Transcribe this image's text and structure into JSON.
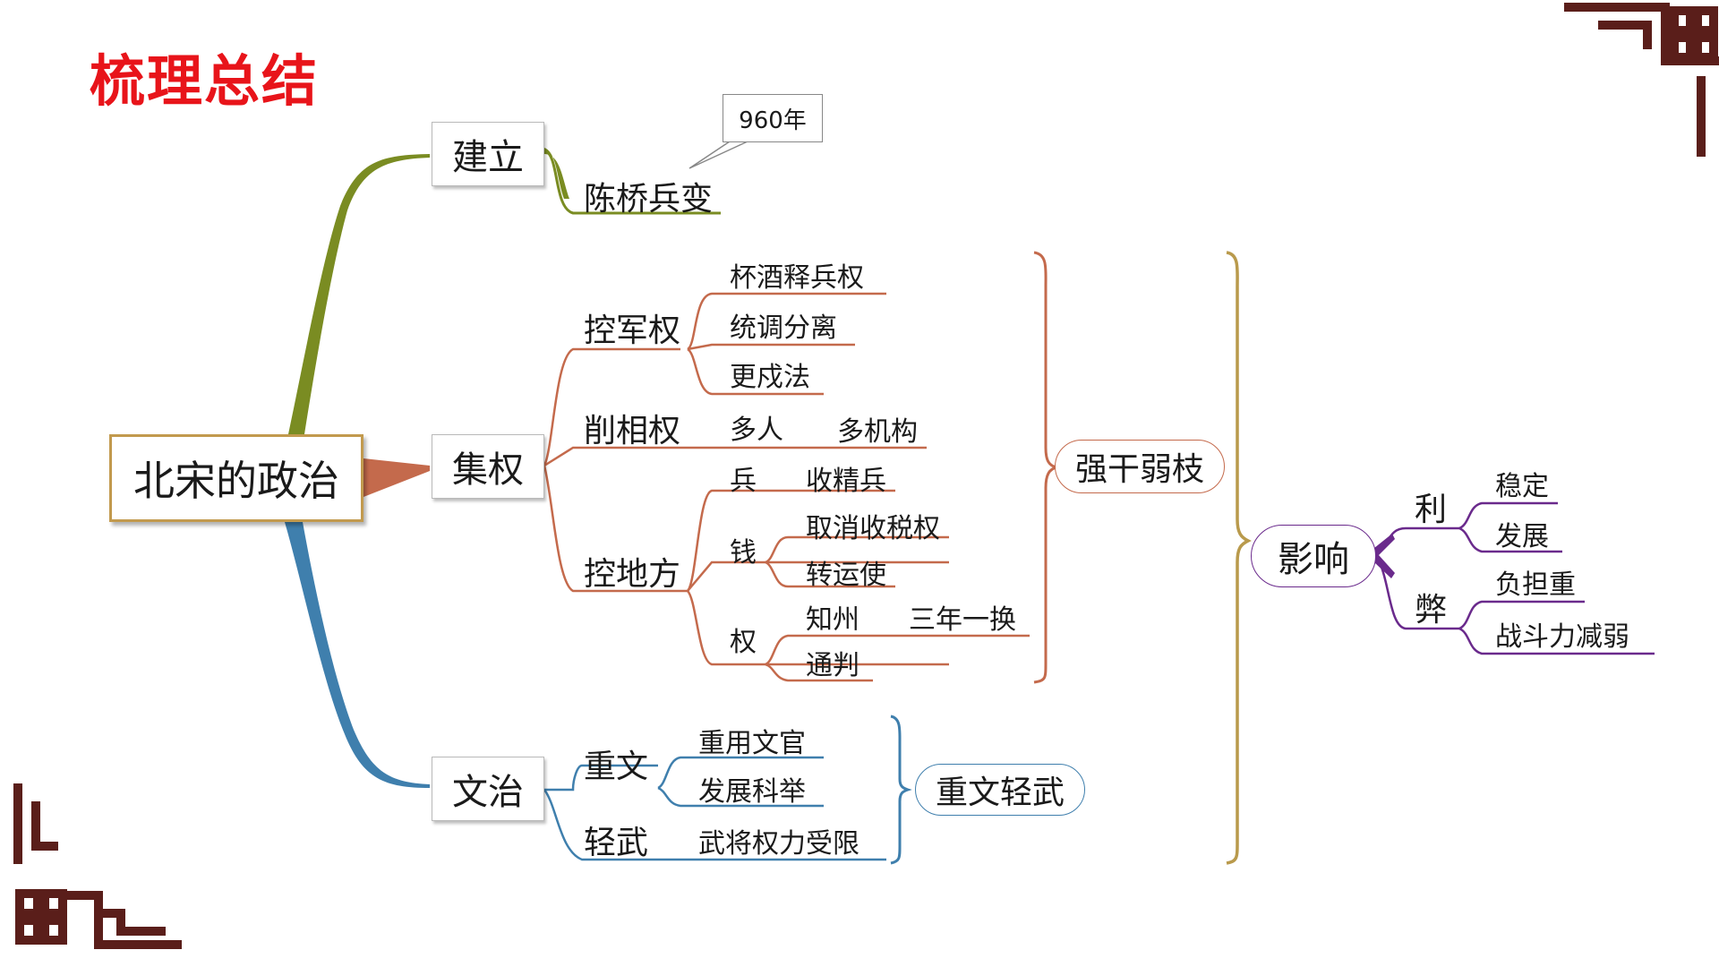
{
  "title": "梳理总结",
  "root": "北宋的政治",
  "colors": {
    "title": "#e8141a",
    "jianli_branch": "#7a8c22",
    "jiquan_branch": "#c46a4c",
    "wenzhi_branch": "#3f7fad",
    "effect_branch": "#b99a4c",
    "yingxiang_branch": "#6a2a8c",
    "ornament": "#5a1e1a"
  },
  "jianli": {
    "label": "建立",
    "event": "陈桥兵变",
    "year_note": "960年"
  },
  "jiquan": {
    "label": "集权",
    "kongjunquan": {
      "label": "控军权",
      "items": [
        "杯酒释兵权",
        "统调分离",
        "更戍法"
      ]
    },
    "xiangquan": {
      "label": "削相权",
      "sub": "多人",
      "sub2": "多机构"
    },
    "kongdifang": {
      "label": "控地方",
      "bing": {
        "label": "兵",
        "item": "收精兵"
      },
      "qian": {
        "label": "钱",
        "items": [
          "取消收税权",
          "转运使"
        ]
      },
      "quan": {
        "label": "权",
        "zhizhou": "知州",
        "zhizhou_note": "三年一换",
        "tongpan": "通判"
      }
    },
    "summary": "强干弱枝"
  },
  "wenzhi": {
    "label": "文治",
    "zhongwen": {
      "label": "重文",
      "items": [
        "重用文官",
        "发展科举"
      ]
    },
    "qingwu": {
      "label": "轻武",
      "item": "武将权力受限"
    },
    "summary": "重文轻武"
  },
  "yingxiang": {
    "label": "影响",
    "li": {
      "label": "利",
      "items": [
        "稳定",
        "发展"
      ]
    },
    "bi": {
      "label": "弊",
      "items": [
        "负担重",
        "战斗力减弱"
      ]
    }
  }
}
